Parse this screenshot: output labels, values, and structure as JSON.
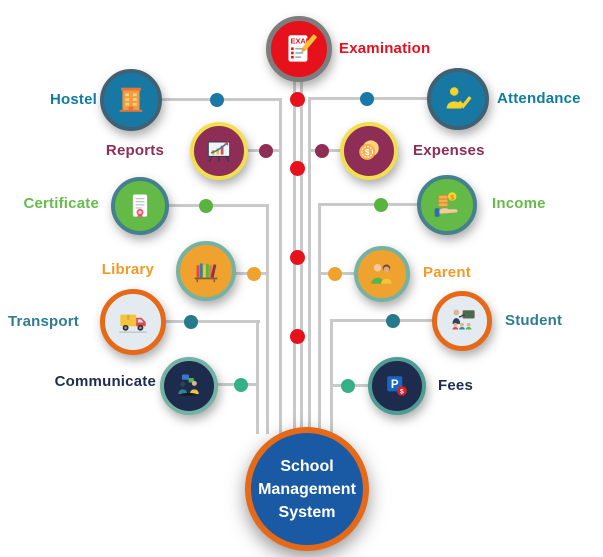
{
  "title": "School Management System diagram",
  "center": {
    "lines": [
      "School",
      "Management",
      "System"
    ],
    "fill": "#1a5aa5",
    "ring": "#e56917",
    "text_color": "#ffffff"
  },
  "modules": [
    {
      "label": "Examination",
      "label_color": "#e8101e",
      "circle_fill": "#e6111b",
      "ring_color": "#7d7d7d",
      "dot_color": "#e7111c",
      "icon": "exam-paper-icon",
      "position": "top-center"
    },
    {
      "label": "Hostel",
      "label_color": "#107d9f",
      "circle_fill": "#1779a3",
      "ring_color": "#3f6173",
      "dot_color": "#1878a8",
      "icon": "hostel-building-icon",
      "position": "left-row1"
    },
    {
      "label": "Attendance",
      "label_color": "#107d9f",
      "circle_fill": "#1779a3",
      "ring_color": "#3f6173",
      "dot_color": "#1878a8",
      "icon": "attendance-person-check-icon",
      "position": "right-row1"
    },
    {
      "label": "Reports",
      "label_color": "#8e2d55",
      "circle_fill": "#8e2d55",
      "ring_color": "#f2df4e",
      "dot_color": "#8e2d55",
      "icon": "reports-chart-icon",
      "position": "left-row2"
    },
    {
      "label": "Expenses",
      "label_color": "#8e2d55",
      "circle_fill": "#8e2d55",
      "ring_color": "#f2df4e",
      "dot_color": "#8e2d55",
      "icon": "expenses-coin-icon",
      "position": "right-row2"
    },
    {
      "label": "Certificate",
      "label_color": "#66bb4a",
      "circle_fill": "#63ba47",
      "ring_color": "#44808d",
      "dot_color": "#58b43f",
      "icon": "certificate-icon",
      "position": "left-row3"
    },
    {
      "label": "Income",
      "label_color": "#66bb4a",
      "circle_fill": "#63ba47",
      "ring_color": "#44808d",
      "dot_color": "#58b43f",
      "icon": "income-coins-hand-icon",
      "position": "right-row3"
    },
    {
      "label": "Library",
      "label_color": "#f09b28",
      "circle_fill": "#f0a22e",
      "ring_color": "#74b3a4",
      "dot_color": "#f0a22e",
      "icon": "library-books-icon",
      "position": "left-row4"
    },
    {
      "label": "Parent",
      "label_color": "#f09b28",
      "circle_fill": "#f0a22e",
      "ring_color": "#74b3a4",
      "dot_color": "#f0a22e",
      "icon": "parent-people-icon",
      "position": "right-row4"
    },
    {
      "label": "Transport",
      "label_color": "#2e7d93",
      "circle_fill": "#e4ebf0",
      "ring_color": "#e56917",
      "dot_color": "#27798e",
      "icon": "transport-truck-icon",
      "position": "left-row5"
    },
    {
      "label": "Student",
      "label_color": "#2e7d93",
      "circle_fill": "#e4ebf0",
      "ring_color": "#e56917",
      "dot_color": "#27798e",
      "icon": "student-classroom-icon",
      "position": "right-row5"
    },
    {
      "label": "Communicate",
      "label_color": "#1e2d50",
      "circle_fill": "#1d2b4d",
      "ring_color": "#74b3a4",
      "dot_color": "#35b087",
      "icon": "communicate-discussion-icon",
      "position": "left-row6"
    },
    {
      "label": "Fees",
      "label_color": "#1e2d50",
      "circle_fill": "#1d2b4d",
      "ring_color": "#4f9d92",
      "dot_color": "#35b087",
      "icon": "fees-payment-icon",
      "position": "right-row6"
    }
  ],
  "colors": {
    "connector_line": "#c9c9c9",
    "background": "#ffffff",
    "trunk_dot_red": "#e7111c"
  }
}
